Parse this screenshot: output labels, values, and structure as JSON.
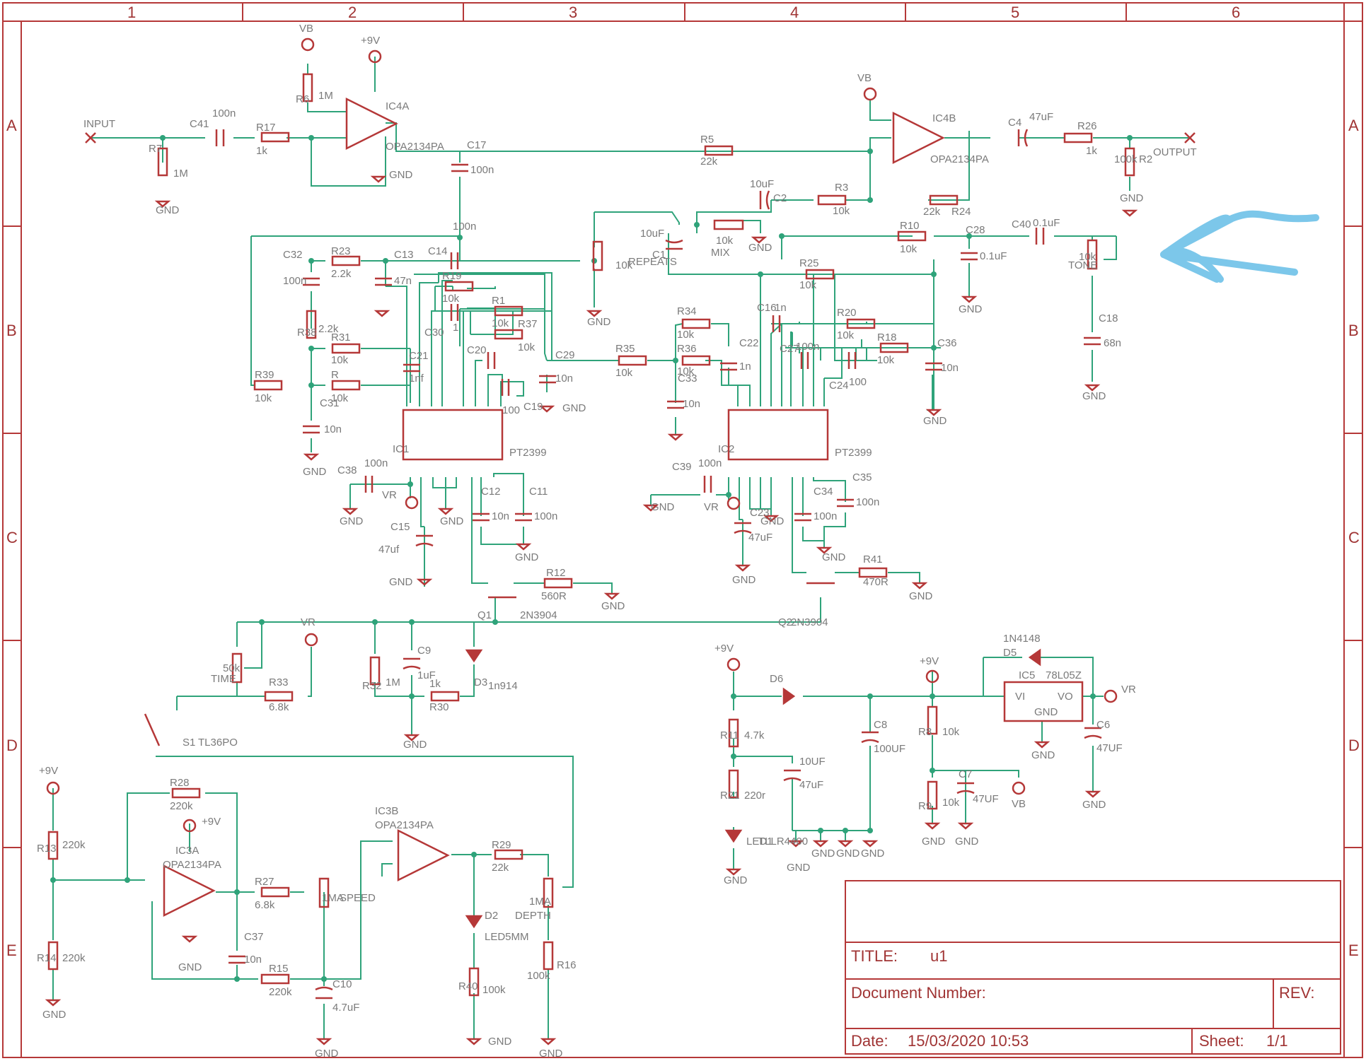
{
  "title_block": {
    "title_label": "TITLE:",
    "title_value": "u1",
    "docnum_label": "Document Number:",
    "rev_label": "REV:",
    "date_label": "Date:",
    "date_value": "15/03/2020 10:53",
    "sheet_label": "Sheet:",
    "sheet_value": "1/1"
  },
  "zones": {
    "columns": [
      "1",
      "2",
      "3",
      "4",
      "5",
      "6"
    ],
    "rows": [
      "A",
      "B",
      "C",
      "D",
      "E"
    ]
  },
  "colors": {
    "wire": "#2fa37a",
    "symbol": "#b53838",
    "text": "#7a7a7a",
    "annotation_arrow": "#7cc7ea"
  },
  "annotation": {
    "icon": "arrow-left-icon",
    "points_to": "TONE"
  },
  "ports": {
    "input": "INPUT",
    "output": "OUTPUT"
  },
  "labels": {
    "c41": "C41",
    "c41v": "100n",
    "r17": "R17",
    "r17v": "1k",
    "r7": "R7",
    "r7v": "1M",
    "r6": "R6",
    "r6v": "1M",
    "vb1": "VB",
    "p9v1": "+9V",
    "ic4a": "IC4A",
    "ic4a_part": "OPA2134PA",
    "c17": "C17",
    "c17v": "100n",
    "gnd": "GND",
    "r5": "R5",
    "r5v": "22k",
    "vb2": "VB",
    "ic4b": "IC4B",
    "ic4b_part": "OPA2134PA",
    "c4": "C4",
    "c4v": "47uF",
    "r26": "R26",
    "r26v": "1k",
    "r2": "R2",
    "r2v": "100k",
    "r3": "R3",
    "r3v": "10k",
    "r24": "R24",
    "r24v": "22k",
    "c2": "C2",
    "c2v": "10uF",
    "mix": "MIX",
    "mixv": "10k",
    "c1": "C1",
    "c1v": "10uF",
    "repeats": "REPEATS",
    "repeatsv": "10k",
    "r10": "R10",
    "r10v": "10k",
    "c28": "C28",
    "c28v": "0.1uF",
    "c40": "C40",
    "c40v": "0.1uF",
    "tone": "TONE",
    "tonev": "10k",
    "c18": "C18",
    "c18v": "68n",
    "c32": "C32",
    "c32v": "100n",
    "r23": "R23",
    "r23v": "2.2k",
    "c13": "C13",
    "c13v": "47n",
    "c14": "C14",
    "c14v": "100n",
    "r38": "R38",
    "r38v": "2.2k",
    "r31": "R31",
    "r31v": "10k",
    "c21": "C21",
    "c21v": "1nf",
    "r39": "R39",
    "r39v": "10k",
    "r": "R",
    "rv": "10k",
    "c31": "C31",
    "c31v": "10n",
    "r19": "R19",
    "r19v": "10k",
    "r1": "R1",
    "r1v": "10k",
    "r37": "R37",
    "r37v": "10k",
    "c30": "C30",
    "c30v": "1",
    "c20": "C20",
    "c19": "C19",
    "c19v": "100",
    "c29": "C29",
    "c29v": "10n",
    "ic1": "IC1",
    "ic1_part": "PT2399",
    "ic2": "IC2",
    "ic2_part": "PT2399",
    "r35": "R35",
    "r35v": "10k",
    "r34": "R34",
    "r34v": "10k",
    "r36": "R36",
    "r36v": "10k",
    "c22": "C22",
    "c22v": "1n",
    "c33": "C33",
    "c33v": "10n",
    "c16": "C16",
    "c16v": "1n",
    "r25": "R25",
    "r25v": "10k",
    "r20": "R20",
    "r20v": "10k",
    "c27": "C27",
    "c27v": "100n",
    "r18": "R18",
    "r18v": "10k",
    "c36": "C36",
    "c36v": "10n",
    "c24": "C24",
    "c24v": "100",
    "c38": "C38",
    "c38v": "100n",
    "vr": "VR",
    "c15": "C15",
    "c15v": "47uf",
    "c12": "C12",
    "c12v": "10n",
    "c11": "C11",
    "c11v": "100n",
    "c39": "C39",
    "c39v": "100n",
    "c23": "C23",
    "c23v": "47uF",
    "c34": "C34",
    "c34v": "100n",
    "c35": "C35",
    "c35v": "100n",
    "r12": "R12",
    "r12v": "560R",
    "q1": "Q1",
    "q1v": "2N3904",
    "r41": "R41",
    "r41v": "470R",
    "q2": "Q2",
    "q2v": "2N3904",
    "time": "TIME",
    "timev": "50k",
    "r33": "R33",
    "r33v": "6.8k",
    "r32": "R32",
    "r32v": "1M",
    "c9": "C9",
    "c9v": "1uF",
    "r30": "R30",
    "r30v": "1k",
    "d3": "D3",
    "d3v": "1n914",
    "s1": "S1",
    "s1v": "TL36PO",
    "d6": "D6",
    "r11": "R11",
    "r11v": "4.7k",
    "r21": "R21",
    "r21v": "220r",
    "led1": "LED1",
    "led1v": "TLLR4400",
    "c10u": "10UF",
    "c10uv": "47uF",
    "c8": "C8",
    "c8v": "100UF",
    "d5": "D5",
    "d5v": "1N4148",
    "ic5": "IC5",
    "ic5v": "78L05Z",
    "vi": "VI",
    "vo": "VO",
    "r8": "R8",
    "r8v": "10k",
    "c6": "C6",
    "c6v": "47UF",
    "r9": "R9",
    "r9v": "10k",
    "c7": "C7",
    "c7v": "47UF",
    "r28": "R28",
    "r28v": "220k",
    "r13": "R13",
    "r13v": "220k",
    "r14": "R14",
    "r14v": "220k",
    "ic3a": "IC3A",
    "ic3a_part": "OPA2134PA",
    "r27": "R27",
    "r27v": "6.8k",
    "speed": "SPEED",
    "speedv": "1MA",
    "ic3b": "IC3B",
    "ic3b_part": "OPA2134PA",
    "c37": "C37",
    "c37v": "10n",
    "r15": "R15",
    "r15v": "220k",
    "c10": "C10",
    "c10v": "4.7uF",
    "r29": "R29",
    "r29v": "22k",
    "depth": "DEPTH",
    "depthv": "1MA",
    "r16": "R16",
    "r16v": "100k",
    "d2": "D2",
    "d2v": "LED5MM",
    "r40": "R40",
    "r40v": "100k"
  }
}
